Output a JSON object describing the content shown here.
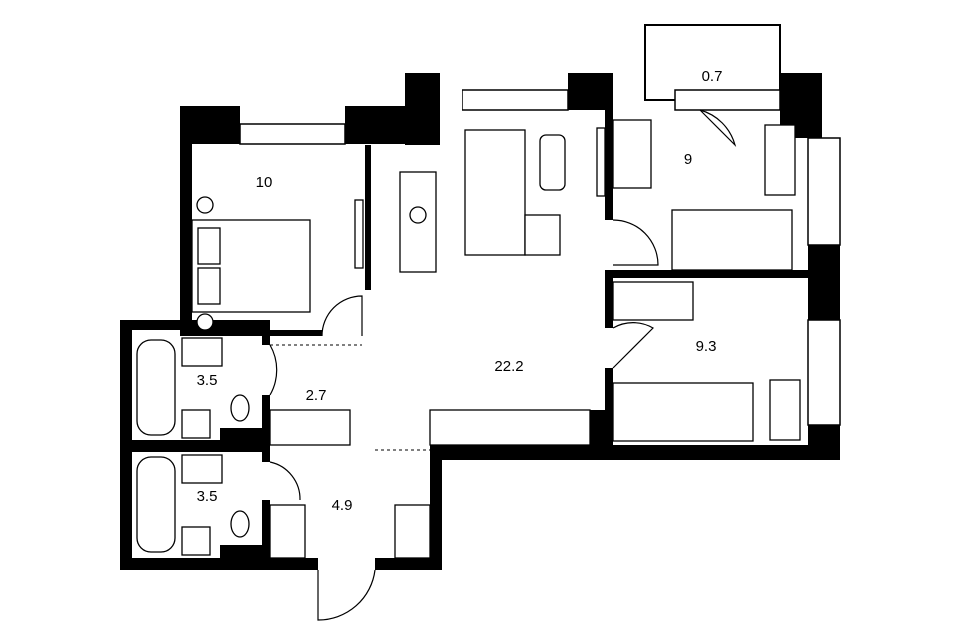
{
  "plan": {
    "rooms": {
      "balcony": "0.7",
      "bedroom_left": "10",
      "bedroom_top_right": "9",
      "living_kitchen": "22.2",
      "bedroom_bottom_right": "9.3",
      "bathroom_upper": "3.5",
      "corridor": "2.7",
      "bathroom_lower": "3.5",
      "hallway": "4.9"
    }
  }
}
